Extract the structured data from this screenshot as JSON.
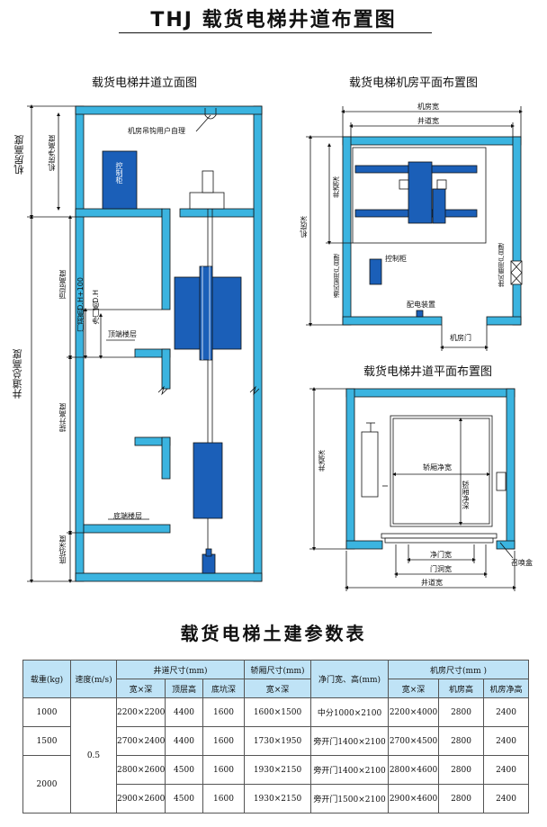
{
  "title": "THJ  载货电梯井道布置图",
  "sections": {
    "elevation": "载货电梯井道立面图",
    "machine_room_plan": "载货电梯机房平面布置图",
    "shaft_plan": "载货电梯井道平面布置图"
  },
  "elevation": {
    "hook_note": "机房吊钩用户自理",
    "control_cabinet": "控制柜",
    "machine_room_height": "机房高度",
    "machine_room_clear_height": "机房净高度",
    "top_height": "顶层高度",
    "door_opening_height": "门洞高D.H+100",
    "clear_door_height": "净门高D.H",
    "top_floor": "顶端楼层",
    "hoistway_total_height": "井道总高度",
    "travel_height": "提升高度",
    "bottom_floor": "底端楼层",
    "pit_depth": "底坑深度"
  },
  "machine_room": {
    "room_width": "机房宽",
    "shaft_width": "井道宽",
    "shaft_depth": "井道深",
    "room_depth": "机房深",
    "vent_left": "通风窗用户自理",
    "vent_right": "排风扇用户自理",
    "control_cabinet": "控制柜",
    "power_unit": "配电装置",
    "room_door": "机房门"
  },
  "shaft": {
    "shaft_depth": "井道深",
    "car_clear_width": "轿厢净宽",
    "car_clear_depth": "轿厢净深",
    "clear_door_width": "净门宽",
    "door_opening_width": "门洞宽",
    "shaft_width": "井道宽",
    "call_box": "召唤盒"
  },
  "table": {
    "title": "载货电梯土建参数表",
    "headers": {
      "load": "载重(kg)",
      "speed": "速度(m/s)",
      "shaft_size": "井道尺寸(mm)",
      "car_size": "轿厢尺寸(mm)",
      "door": "净门宽、高(mm)",
      "machine_room": "机房尺寸(mm )",
      "wxd": "宽×深",
      "top_height": "顶层高",
      "pit_depth": "底坑深",
      "car_wxd": "宽×深",
      "mr_wxd": "宽×深",
      "mr_height": "机房高",
      "mr_clear_height": "机房净高"
    },
    "speed": "0.5",
    "rows": [
      {
        "load": "1000",
        "shaft": "2200×2200",
        "top": "4400",
        "pit": "1600",
        "car": "1600×1500",
        "door": "中分1000×2100",
        "mr": "2200×4000",
        "mrh": "2800",
        "mrch": "2400"
      },
      {
        "load": "1500",
        "shaft": "2700×2400",
        "top": "4400",
        "pit": "1600",
        "car": "1730×1950",
        "door": "旁开门1400×2100",
        "mr": "2700×4500",
        "mrh": "2800",
        "mrch": "2400"
      },
      {
        "load": "2000",
        "shaft": "2800×2600",
        "top": "4500",
        "pit": "1600",
        "car": "1930×2150",
        "door": "旁开门1400×2100",
        "mr": "2800×4600",
        "mrh": "2800",
        "mrch": "2400"
      },
      {
        "load": "",
        "shaft": "2900×2600",
        "top": "4500",
        "pit": "1600",
        "car": "1930×2150",
        "door": "旁开门1500×2100",
        "mr": "2900×4600",
        "mrh": "2800",
        "mrch": "2400"
      }
    ]
  },
  "colors": {
    "wall": "#3bb4e0",
    "equipment": "#1b5fb8",
    "header_bg": "#bfe3f6"
  }
}
